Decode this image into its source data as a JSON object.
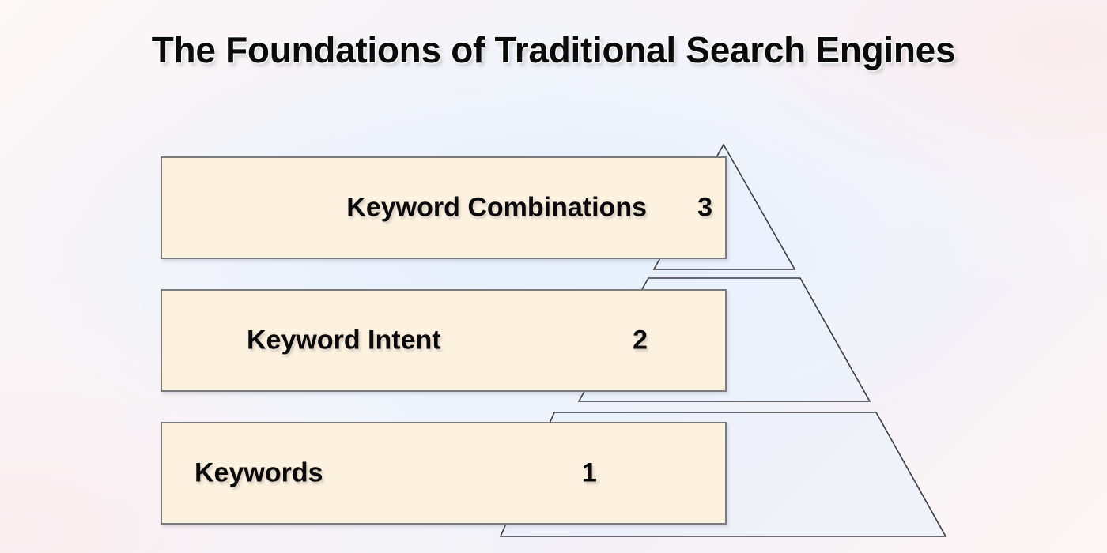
{
  "title": "The Foundations of Traditional Search Engines",
  "diagram": {
    "type": "pyramid",
    "direction": "bottom-to-top",
    "level_count": 3,
    "levels": [
      {
        "number": "3",
        "label": "Keyword Combinations",
        "position": "top"
      },
      {
        "number": "2",
        "label": "Keyword Intent",
        "position": "middle"
      },
      {
        "number": "1",
        "label": "Keywords",
        "position": "bottom"
      }
    ]
  },
  "colors": {
    "box_fill": "#fdf1e0",
    "box_border": "#7b7b7b",
    "pyramid_fill": "#eaf1fb",
    "pyramid_stroke": "#3b3b44",
    "text": "#0a0a0a",
    "background_blue": "#eef3fb",
    "background_pink": "#fdf6f6"
  }
}
